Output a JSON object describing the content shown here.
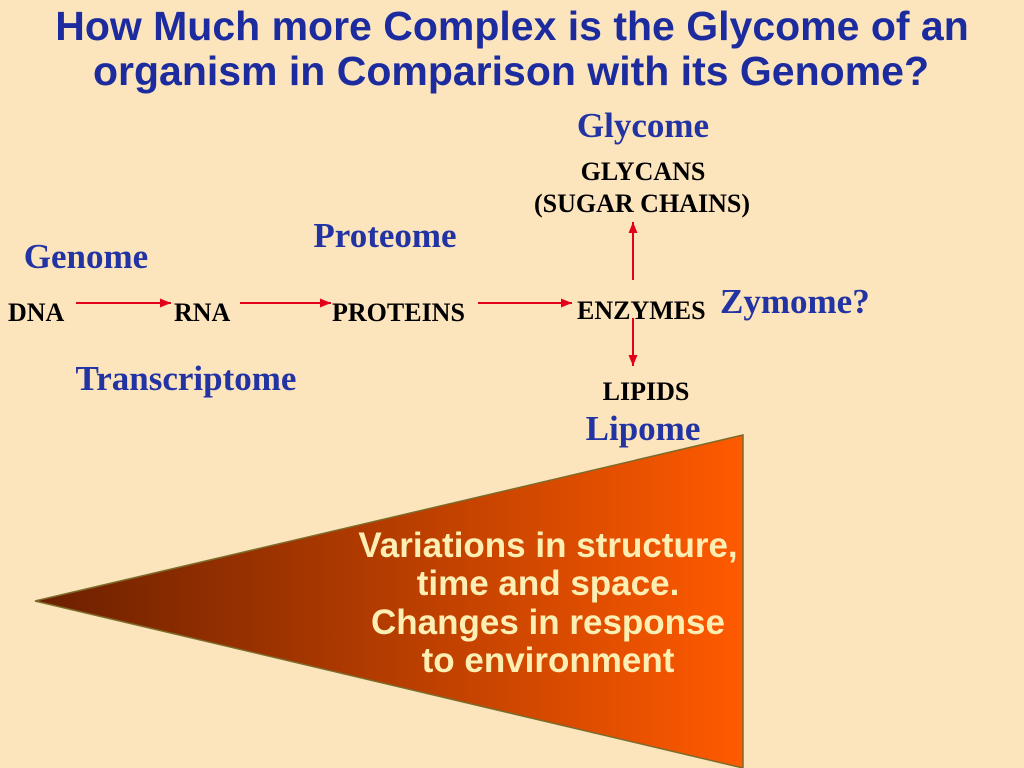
{
  "slide": {
    "title": {
      "line1": "How Much more Complex is the Glycome of an",
      "line2": "organism in Comparison with its Genome?"
    }
  },
  "omes": {
    "genome": "Genome",
    "transcriptome": "Transcriptome",
    "proteome": "Proteome",
    "glycome": "Glycome",
    "zymome": "Zymome?",
    "lipome": "Lipome"
  },
  "molecules": {
    "dna": "DNA",
    "rna": "RNA",
    "proteins": "PROTEINS",
    "enzymes": "ENZYMES",
    "glycans": "GLYCANS",
    "glycans_note": "(SUGAR CHAINS)",
    "lipids": "LIPIDS"
  },
  "triangle": {
    "lines": [
      "Variations in structure,",
      "time and space.",
      "Changes in response",
      "to environment"
    ]
  },
  "colors": {
    "background": "#fce4bd",
    "title": "#1c2c9f",
    "ome_label": "#2233a3",
    "node_text": "#000000",
    "arrow": "#e3001b",
    "triangle_start": "#6b1f00",
    "triangle_end": "#ff5a00",
    "triangle_border": "#7d6b2a",
    "triangle_text": "#fdeeb4"
  }
}
